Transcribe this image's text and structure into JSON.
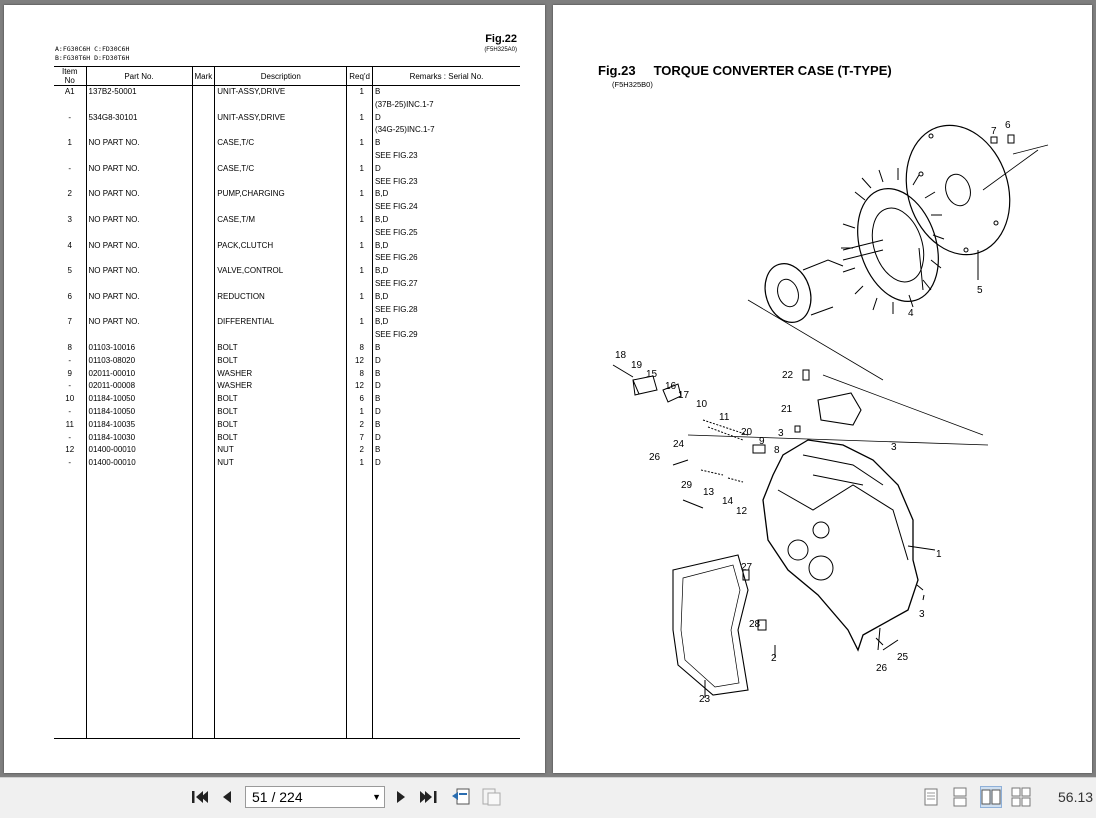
{
  "left_page": {
    "fig_label": "Fig.22",
    "fig_code": "(F5H325A0)",
    "models_line1": "A:FG30C6H C:FD30C6H",
    "models_line2": "B:FG30T6H D:FD30T6H",
    "headers": [
      "Item No",
      "Part No.",
      "Mark",
      "Description",
      "Req'd",
      "Remarks : Serial No."
    ],
    "rows": [
      {
        "item": "A1",
        "part": "137B2-50001",
        "mark": "",
        "desc": "UNIT-ASSY,DRIVE",
        "qty": "1",
        "rem": "B"
      },
      {
        "item": "",
        "part": "",
        "mark": "",
        "desc": "",
        "qty": "",
        "rem": "(37B-25)INC.1-7"
      },
      {
        "item": "-",
        "part": "534G8-30101",
        "mark": "",
        "desc": "UNIT-ASSY,DRIVE",
        "qty": "1",
        "rem": "D"
      },
      {
        "item": "",
        "part": "",
        "mark": "",
        "desc": "",
        "qty": "",
        "rem": "(34G-25)INC.1-7"
      },
      {
        "item": "1",
        "part": "NO PART NO.",
        "mark": "",
        "desc": "CASE,T/C",
        "qty": "1",
        "rem": "B"
      },
      {
        "item": "",
        "part": "",
        "mark": "",
        "desc": "",
        "qty": "",
        "rem": "SEE FIG.23"
      },
      {
        "item": "-",
        "part": "NO PART NO.",
        "mark": "",
        "desc": "CASE,T/C",
        "qty": "1",
        "rem": "D"
      },
      {
        "item": "",
        "part": "",
        "mark": "",
        "desc": "",
        "qty": "",
        "rem": "SEE FIG.23"
      },
      {
        "item": "2",
        "part": "NO PART NO.",
        "mark": "",
        "desc": "PUMP,CHARGING",
        "qty": "1",
        "rem": "B,D"
      },
      {
        "item": "",
        "part": "",
        "mark": "",
        "desc": "",
        "qty": "",
        "rem": "SEE FIG.24"
      },
      {
        "item": "3",
        "part": "NO PART NO.",
        "mark": "",
        "desc": "CASE,T/M",
        "qty": "1",
        "rem": "B,D"
      },
      {
        "item": "",
        "part": "",
        "mark": "",
        "desc": "",
        "qty": "",
        "rem": "SEE FIG.25"
      },
      {
        "item": "4",
        "part": "NO PART NO.",
        "mark": "",
        "desc": "PACK,CLUTCH",
        "qty": "1",
        "rem": "B,D"
      },
      {
        "item": "",
        "part": "",
        "mark": "",
        "desc": "",
        "qty": "",
        "rem": "SEE FIG.26"
      },
      {
        "item": "5",
        "part": "NO PART NO.",
        "mark": "",
        "desc": "VALVE,CONTROL",
        "qty": "1",
        "rem": "B,D"
      },
      {
        "item": "",
        "part": "",
        "mark": "",
        "desc": "",
        "qty": "",
        "rem": "SEE FIG.27"
      },
      {
        "item": "6",
        "part": "NO PART NO.",
        "mark": "",
        "desc": "REDUCTION",
        "qty": "1",
        "rem": "B,D"
      },
      {
        "item": "",
        "part": "",
        "mark": "",
        "desc": "",
        "qty": "",
        "rem": "SEE FIG.28"
      },
      {
        "item": "7",
        "part": "NO PART NO.",
        "mark": "",
        "desc": "DIFFERENTIAL",
        "qty": "1",
        "rem": "B,D"
      },
      {
        "item": "",
        "part": "",
        "mark": "",
        "desc": "",
        "qty": "",
        "rem": "SEE FIG.29"
      },
      {
        "item": "8",
        "part": "01103-10016",
        "mark": "",
        "desc": "BOLT",
        "qty": "8",
        "rem": "B"
      },
      {
        "item": "-",
        "part": "01103-08020",
        "mark": "",
        "desc": "BOLT",
        "qty": "12",
        "rem": "D"
      },
      {
        "item": "9",
        "part": "02011-00010",
        "mark": "",
        "desc": "WASHER",
        "qty": "8",
        "rem": "B"
      },
      {
        "item": "-",
        "part": "02011-00008",
        "mark": "",
        "desc": "WASHER",
        "qty": "12",
        "rem": "D"
      },
      {
        "item": "10",
        "part": "01184-10050",
        "mark": "",
        "desc": "BOLT",
        "qty": "6",
        "rem": "B"
      },
      {
        "item": "-",
        "part": "01184-10050",
        "mark": "",
        "desc": "BOLT",
        "qty": "1",
        "rem": "D"
      },
      {
        "item": "11",
        "part": "01184-10035",
        "mark": "",
        "desc": "BOLT",
        "qty": "2",
        "rem": "B"
      },
      {
        "item": "-",
        "part": "01184-10030",
        "mark": "",
        "desc": "BOLT",
        "qty": "7",
        "rem": "D"
      },
      {
        "item": "12",
        "part": "01400-00010",
        "mark": "",
        "desc": "NUT",
        "qty": "2",
        "rem": "B"
      },
      {
        "item": "-",
        "part": "01400-00010",
        "mark": "",
        "desc": "NUT",
        "qty": "1",
        "rem": "D"
      }
    ]
  },
  "right_page": {
    "fig_label": "Fig.23",
    "fig_title": "TORQUE CONVERTER CASE (T-TYPE)",
    "fig_code": "(F5H325B0)",
    "callouts": {
      "n1": "1",
      "n2": "2",
      "n3a": "3",
      "n3b": "3",
      "n3c": "3",
      "n4": "4",
      "n5": "5",
      "n6": "6",
      "n7": "7",
      "n8": "8",
      "n9": "9",
      "n10": "10",
      "n11": "11",
      "n12": "12",
      "n13": "13",
      "n14": "14",
      "n15": "15",
      "n16": "16",
      "n17": "17",
      "n18": "18",
      "n19": "19",
      "n20": "20",
      "n21": "21",
      "n22": "22",
      "n23": "23",
      "n24": "24",
      "n25": "25",
      "n26a": "26",
      "n26b": "26",
      "n27": "27",
      "n28": "28",
      "n29": "29"
    }
  },
  "toolbar": {
    "page_indicator": "51 / 224",
    "zoom": "56.13"
  }
}
